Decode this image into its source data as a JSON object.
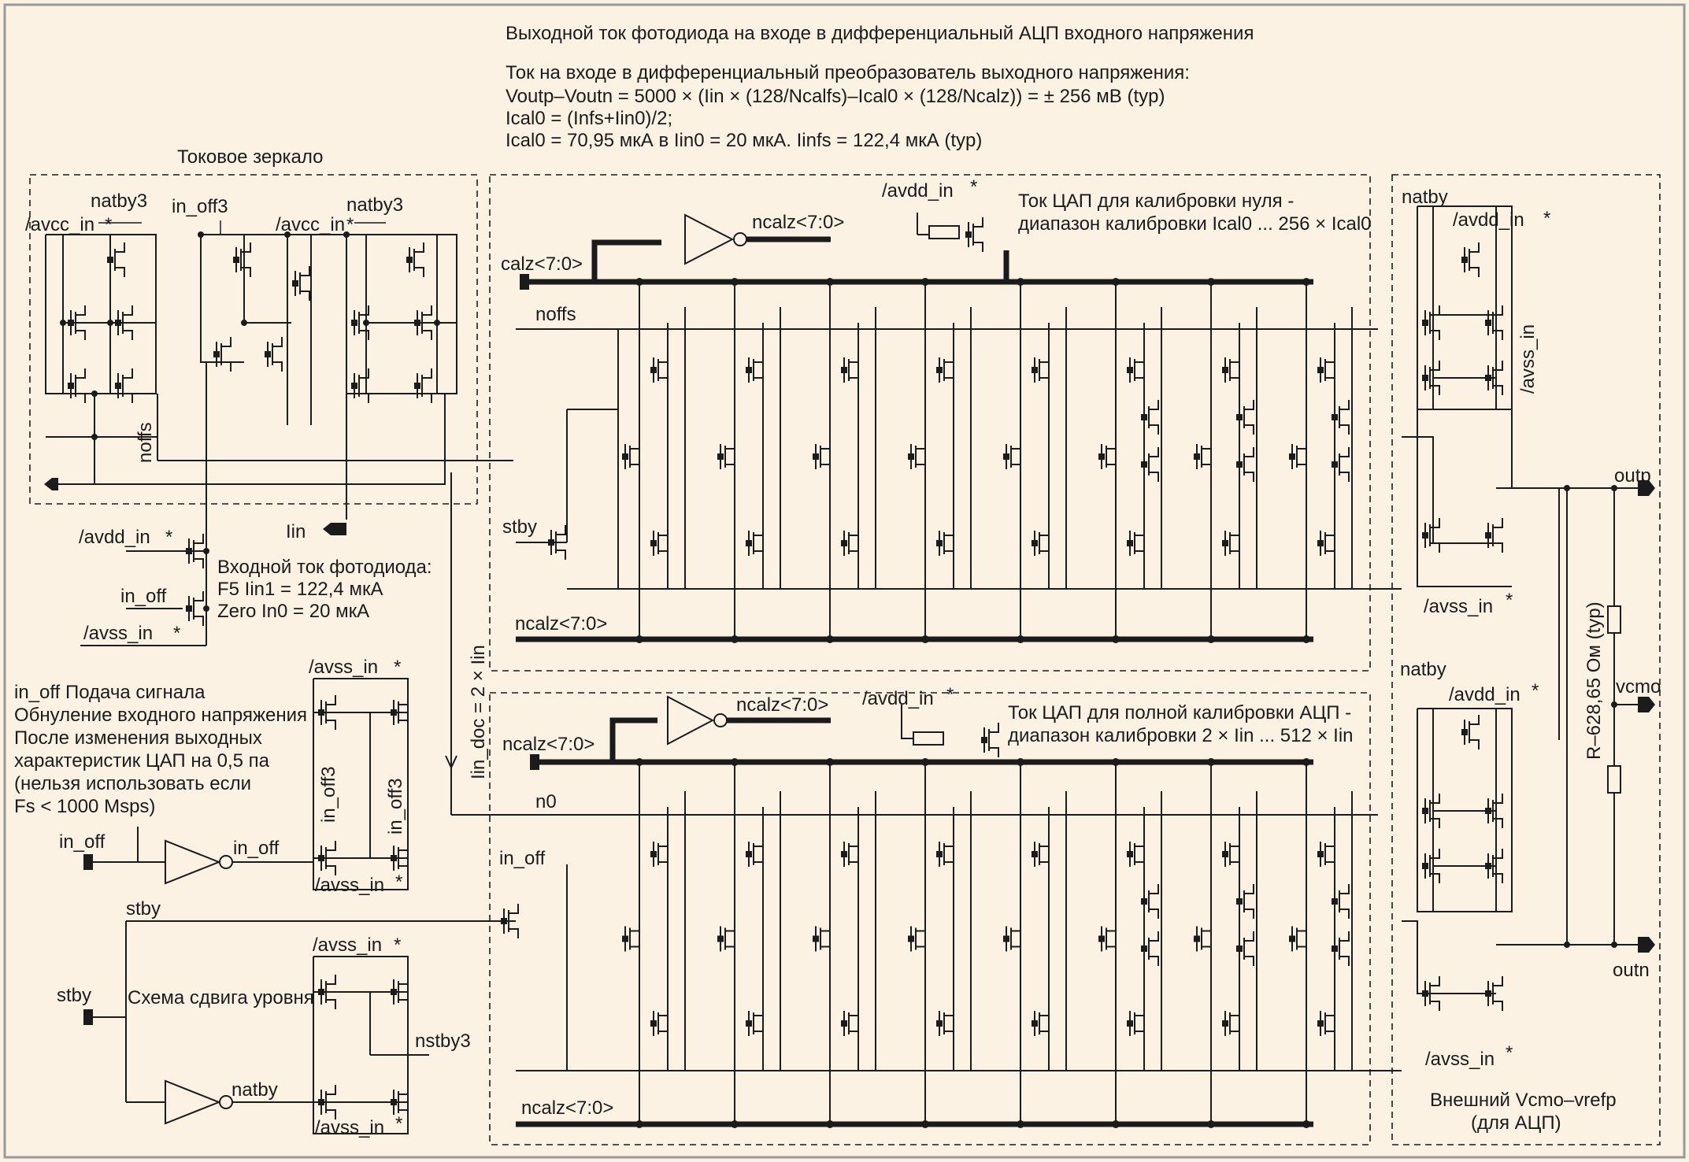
{
  "header": {
    "title": "Выходной ток фотодиода на входе в дифференциальный АЦП входного напряжения",
    "formula_lines": [
      "Ток на входе в дифференциальный преобразователь выходного напряжения:",
      "Voutp–Voutn = 5000 × (Iin × (128/Ncalfs)–Ical0 × (128/Ncalz)) = ± 256 мВ (typ)",
      "Ical0 = (Infs+Iin0)/2;",
      "Ical0 = 70,95 мкА в Iin0 = 20 мкА. Iinfs = 122,4 мкА (typ)"
    ]
  },
  "blocks": {
    "mirror_title": "Токовое зеркало",
    "dac_zero_caption": [
      "Ток ЦАП для калибровки нуля -",
      "диапазон калибровки Ical0 ... 256 × Ical0"
    ],
    "dac_full_caption": [
      "Ток ЦАП для полной калибровки АЦП -",
      "диапазон калибровки 2 × Iin ... 512 × Iin"
    ],
    "photodiode_caption": [
      "Входной ток фотодиода:",
      "F5 Iin1 = 122,4 мкА",
      "Zero In0 = 20 мкА"
    ],
    "inoff_note": [
      "in_off   Подача сигнала",
      "Обнуление входного напряжения",
      "После изменения выходных",
      "характеристик ЦАП на 0,5 па",
      "(нельзя использовать если",
      "Fs < 1000 Msps)"
    ],
    "level_shift_caption": "Схема сдвига уровня",
    "external_caption": [
      "Внешний Vcmo–vrefp",
      "(для АЦП)"
    ],
    "resistor_label": "R–628,65 Ом (typ)",
    "iin_doc_label": "Iin_doc = 2 × Iin"
  },
  "nets": {
    "natby3": "natby3",
    "avcc_in": "/avcc_in",
    "avcc_star": "*",
    "in_off3": "in_off3",
    "noffs": "noffs",
    "iin": "Iin",
    "avdd_in": "/avdd_in",
    "in_off": "in_off",
    "avss_in": "/avss_in",
    "star": "*",
    "calz": "calz<7:0>",
    "ncalz": "ncalz<7:0>",
    "stby": "stby",
    "n0": "n0",
    "natby": "natby",
    "nstby3": "nstby3",
    "outp": "outp",
    "outn": "outn",
    "vcmo": "vcmo"
  }
}
